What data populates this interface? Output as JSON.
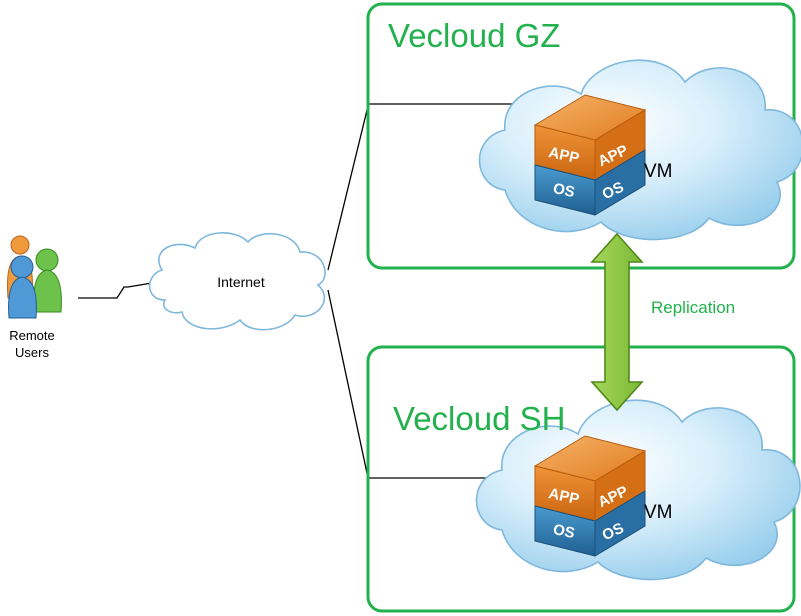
{
  "users": {
    "label_line1": "Remote",
    "label_line2": "Users"
  },
  "internet": {
    "label": "Internet"
  },
  "sites": [
    {
      "title": "Vecloud GZ",
      "vm_label": "VM",
      "app1": "APP",
      "app2": "APP",
      "os1": "OS",
      "os2": "OS"
    },
    {
      "title": "Vecloud SH",
      "vm_label": "VM",
      "app1": "APP",
      "app2": "APP",
      "os1": "OS",
      "os2": "OS"
    }
  ],
  "replication": {
    "label": "Replication"
  },
  "colors": {
    "site_border": "#22b14c",
    "site_title": "#22b14c",
    "replication_arrow": "#8cc63f",
    "cloud_fill": "#bfe3f7",
    "cloud_stroke": "#7fb8dd",
    "app_orange": "#e07b1e",
    "os_blue": "#2f7fb8"
  }
}
